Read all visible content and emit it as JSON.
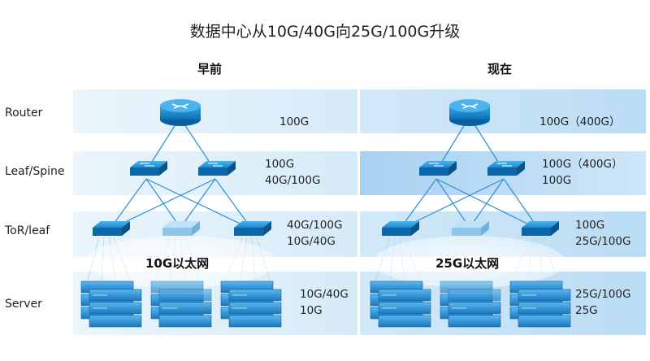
{
  "title": "数据中心从10G/40G向25G/100G升级",
  "columns": [
    {
      "heading": "早前",
      "router_speed": "100G",
      "leaf_speeds": [
        "100G",
        "40G/100G"
      ],
      "tor_speeds": [
        "40G/100G",
        "10G/40G"
      ],
      "server_speeds": [
        "10G/40G",
        "10G"
      ],
      "ethernet": "10G以太网"
    },
    {
      "heading": "现在",
      "router_speed": "100G（400G）",
      "leaf_speeds": [
        "100G（400G）",
        "100G"
      ],
      "tor_speeds": [
        "100G",
        "25G/100G"
      ],
      "server_speeds": [
        "25G/100G",
        "25G"
      ],
      "ethernet": "25G以太网"
    }
  ],
  "tiers": [
    "Router",
    "Leaf/Spine",
    "ToR/leaf",
    "Server"
  ],
  "colors": {
    "band_light": "#e3f2fb",
    "band_mid": "#cfe6f7",
    "band_right_dark": "#a9d1f1",
    "device": "#1e8fd3",
    "device_dark": "#0b63a3",
    "link": "#2a8fd8"
  },
  "icons": [
    "router-icon",
    "switch-icon",
    "server-rack-icon"
  ]
}
